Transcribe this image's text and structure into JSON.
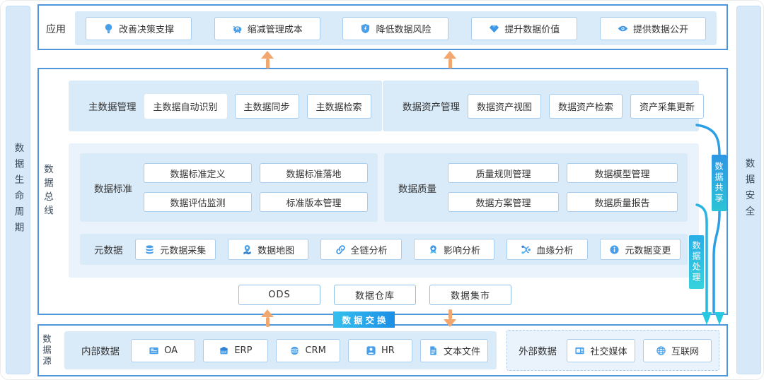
{
  "app_section": {
    "label": "应用",
    "buttons": [
      {
        "label": "改善决策支撑",
        "icon": "bulb-icon"
      },
      {
        "label": "缩减管理成本",
        "icon": "piggy-bank-icon"
      },
      {
        "label": "降低数据风险",
        "icon": "shield-icon"
      },
      {
        "label": "提升数据价值",
        "icon": "diamond-icon"
      },
      {
        "label": "提供数据公开",
        "icon": "eye-icon"
      }
    ]
  },
  "sidebars": {
    "left": "数据生命周期",
    "right": "数据安全"
  },
  "main_section": {
    "bus_label": "数据总线",
    "master_data": {
      "label": "主数据管理",
      "buttons": [
        "主数据自动识别",
        "主数据同步",
        "主数据检索"
      ]
    },
    "data_asset": {
      "label": "数据资产管理",
      "buttons": [
        "数据资产视图",
        "数据资产检索",
        "资产采集更新"
      ]
    },
    "data_standard": {
      "label": "数据标准",
      "buttons": [
        "数据标准定义",
        "数据标准落地",
        "数据评估监测",
        "标准版本管理"
      ]
    },
    "data_quality": {
      "label": "数据质量",
      "buttons": [
        "质量规则管理",
        "数据模型管理",
        "数据方案管理",
        "数据质量报告"
      ]
    },
    "metadata": {
      "label": "元数据",
      "buttons": [
        {
          "label": "元数据采集",
          "icon": "database-icon"
        },
        {
          "label": "数据地图",
          "icon": "map-pin-icon"
        },
        {
          "label": "全链分析",
          "icon": "link-icon"
        },
        {
          "label": "影响分析",
          "icon": "medal-icon"
        },
        {
          "label": "血缘分析",
          "icon": "branch-icon"
        },
        {
          "label": "元数据变更",
          "icon": "info-circle-icon"
        }
      ]
    },
    "storage": [
      "ODS",
      "数据仓库",
      "数据集市"
    ]
  },
  "badges": {
    "exchange": "数据交换",
    "share": "数据共享",
    "process": "数据处理"
  },
  "source_section": {
    "internal": {
      "label": "内部数据",
      "buttons": [
        {
          "label": "OA",
          "icon": "doc-icon"
        },
        {
          "label": "ERP",
          "icon": "erp-icon"
        },
        {
          "label": "CRM",
          "icon": "crm-icon"
        },
        {
          "label": "HR",
          "icon": "person-icon"
        },
        {
          "label": "文本文件",
          "icon": "text-file-icon"
        }
      ]
    },
    "external": {
      "label": "外部数据",
      "buttons": [
        {
          "label": "社交媒体",
          "icon": "social-media-icon"
        },
        {
          "label": "互联网",
          "icon": "globe-icon"
        }
      ]
    }
  },
  "colors": {
    "section_border": "#4E97DC",
    "panel_bg": "#D9EAF8",
    "button_border": "#A9CDEE",
    "arrow_orange": "#F2A76F",
    "exchange_blue": "#1F9BE9",
    "share_gradient_top": "#2E97E4",
    "share_gradient_bottom": "#2BC4D6",
    "connector_blue": "#2D9FE6",
    "arrowhead_cyan": "#27C9E2"
  }
}
